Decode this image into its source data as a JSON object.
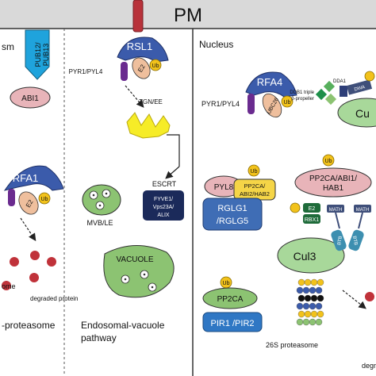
{
  "header": {
    "title": "PM"
  },
  "panels": {
    "left": {
      "partial_label": "sm",
      "pathway_label": "-proteasome"
    },
    "middle": {
      "pathway_label_line1": "Endosomal-vacuole",
      "pathway_label_line2": "pathway"
    },
    "right": {
      "title": "Nucleus",
      "pathway_label": "26S proteasome",
      "partial_bottom_label": "degr"
    }
  },
  "proteins": {
    "pub_line1": "PUB12/",
    "pub_line2": "PUB13",
    "abi1": "ABI1",
    "rfa1": "RFA1",
    "rsl1": "RSL1",
    "pyr_pyl4_middle": "PYR1/PYL4",
    "tgn_ee": "TGN/EE",
    "escrt": "ESCRT",
    "escrt_box_line1": "FYVE1/",
    "escrt_box_line2": "Vps23A/",
    "escrt_box_line3": "ALIX",
    "mvb_le": "MVB/LE",
    "vacuole": "VACUOLE",
    "rfa4": "RFA4",
    "pyr_pyl4_right": "PYR1/PYL4",
    "ubc26": "UBC26",
    "ddb1_line1": "DDB1 triple",
    "ddb1_line2": "β-propeller",
    "dda1": "DDA1",
    "dwa": "DWA",
    "cul4_partial": "Cu",
    "pyl8": "PYL8",
    "pp2ca_abi2_line1": "PP2CA/",
    "pp2ca_abi2_line2": "ABI2/HAB2",
    "rglg_line1": "RGLG1",
    "rglg_line2": "/RGLG5",
    "pp2ca_group_line1": "PP2CA/ABI1/",
    "pp2ca_group_line2": "HAB1",
    "e2_label": "E2",
    "rbx1": "RBX1",
    "math_left": "MATH",
    "math_right": "MATH",
    "btb_left": "BTB",
    "btb_right": "BTB",
    "cul3": "Cul3",
    "pp2ca_single": "PP2CA",
    "pir_line": "PIR1 /PIR2",
    "ub": "Ub",
    "e2": "E2",
    "degraded_left_partial": "ome",
    "degraded_protein": "degraded protein"
  },
  "colors": {
    "membrane_band": "#d9d9d9",
    "membrane_receptor": "#b8323a",
    "e3_blue": "#3b5bab",
    "pub_cyan": "#1fa3dc",
    "abi1_pink": "#e8b4b9",
    "pyr_purple": "#6a2b8f",
    "e2_peach": "#efbf9d",
    "ub_yellow": "#f2c21b",
    "tgn_yellow": "#f6ec27",
    "escrt_navy": "#1b2a5a",
    "vesicle_green": "#8cc372",
    "degraded_red": "#c0323a",
    "cullin_green": "#a8d89a",
    "rglg_blue": "#3f6db5",
    "pp2ca_yellow": "#f5d547",
    "pir_blue": "#2f77c4",
    "dark_green": "#1e6b3a",
    "math_slate": "#3f4f7a",
    "btb_teal": "#3d8fb0"
  }
}
